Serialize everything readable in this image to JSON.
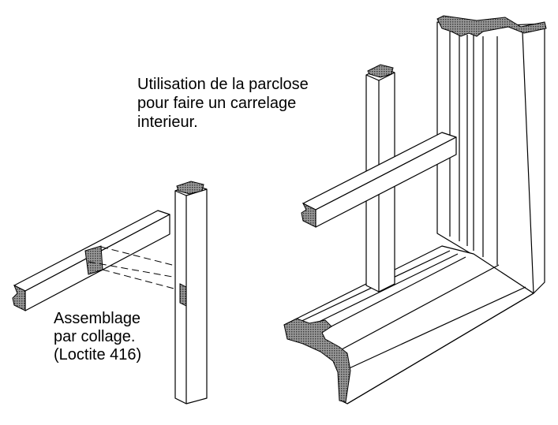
{
  "captions": {
    "top": [
      "Utilisation de la parclose",
      "pour faire un carrelage",
      "interieur."
    ],
    "left": [
      "Assemblage",
      "par collage.",
      "(Loctite 416)"
    ]
  },
  "colors": {
    "ink": "#000000",
    "background": "#ffffff",
    "section_hatch": "#808080"
  }
}
